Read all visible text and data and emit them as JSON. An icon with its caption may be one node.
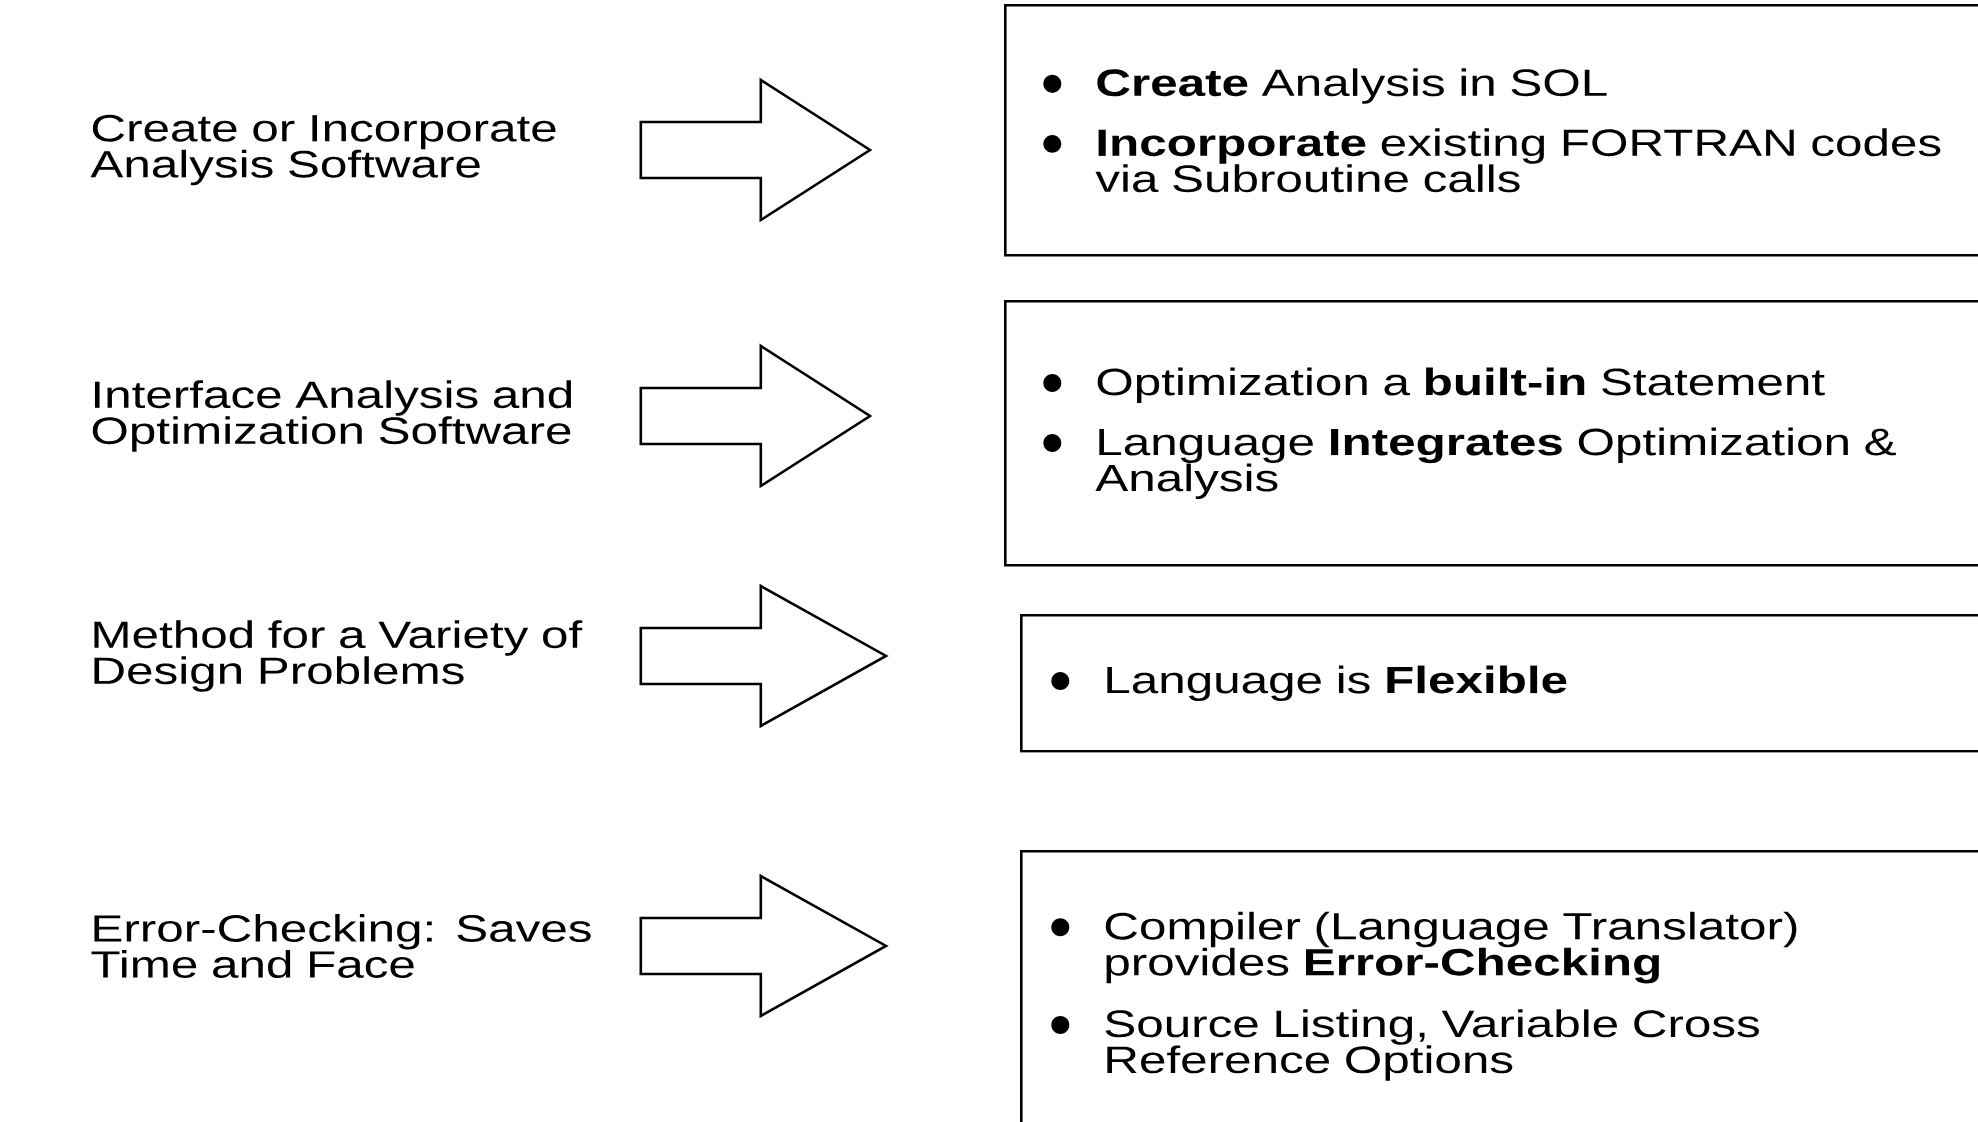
{
  "diagram": {
    "nodes": [
      {
        "text": [
          "Create or Incorporate Analysis Software"
        ]
      },
      {
        "text": [
          "**Create** Analysis in SOL",
          "**Incorporate** existing FORTRAN codes via Subroutine calls"
        ]
      },
      {
        "text": [
          "Interface Analysis and Optimization Software"
        ]
      },
      {
        "text": [
          "Optimization a **built-in** Statement",
          "Language **Integrates** Optimization & Analysis"
        ]
      },
      {
        "text": [
          "Method for a Variety of Design Problems"
        ]
      },
      {
        "text": [
          "Language is **Flexible**"
        ]
      },
      {
        "text": [
          "Error-Checking: Saves Time and Face"
        ]
      },
      {
        "text": [
          "Compiler (Language Translator) provides **Error-Checking**",
          "Source Listing, Variable Cross Reference Options"
        ]
      }
    ],
    "edges": [
      {
        "from": 0,
        "to": 1,
        "arrow": "to"
      },
      {
        "from": 2,
        "to": 3,
        "arrow": "to"
      },
      {
        "from": 4,
        "to": 5,
        "arrow": "to"
      },
      {
        "from": 6,
        "to": 7,
        "arrow": "to"
      }
    ]
  }
}
